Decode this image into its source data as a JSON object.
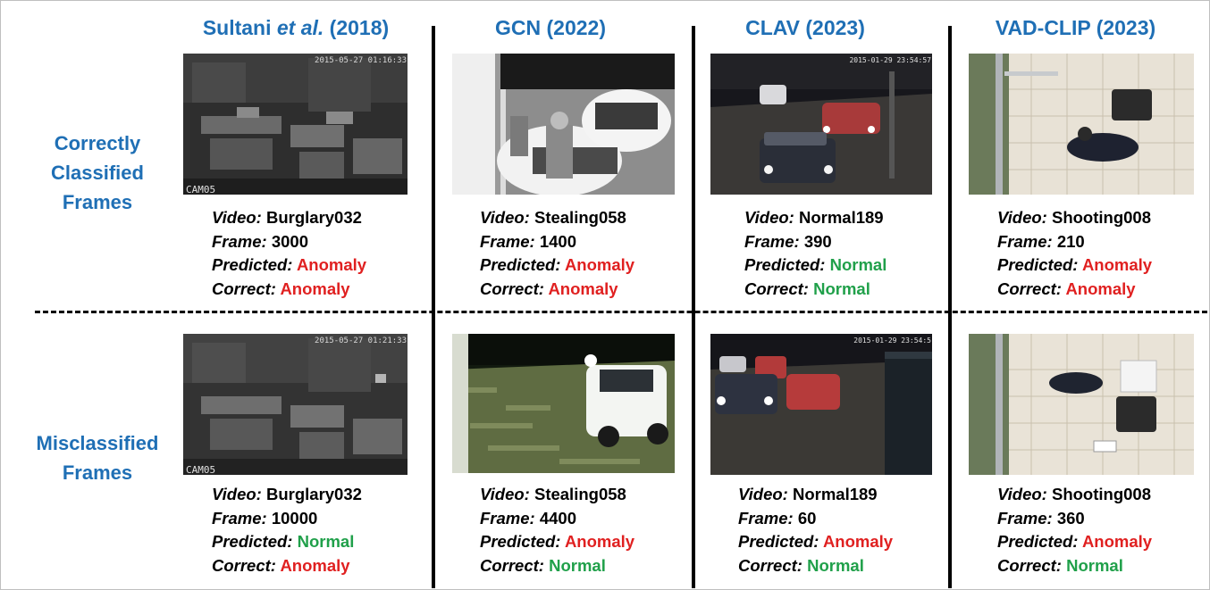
{
  "columns": [
    {
      "title_pre": "Sultani ",
      "title_em": "et al.",
      "title_post": " (2018)"
    },
    {
      "title": "GCN (2022)"
    },
    {
      "title": "CLAV (2023)"
    },
    {
      "title": "VAD-CLIP (2023)"
    }
  ],
  "rows": [
    {
      "label_lines": [
        "Correctly",
        "Classified",
        "Frames"
      ]
    },
    {
      "label_lines": [
        "Misclassified",
        "Frames"
      ]
    }
  ],
  "field_labels": {
    "video": "Video:",
    "frame": "Frame:",
    "predicted": "Predicted:",
    "correct": "Correct:"
  },
  "colors": {
    "title_blue": "#1f6fb5",
    "anomaly_red": "#e02020",
    "normal_green": "#20a04a"
  },
  "cells": [
    [
      {
        "video": "Burglary032",
        "frame": "3000",
        "predicted": "Anomaly",
        "correct": "Anomaly",
        "timestamp": "2015-05-27 01:16:33",
        "cam": "CAM05"
      },
      {
        "video": "Stealing058",
        "frame": "1400",
        "predicted": "Anomaly",
        "correct": "Anomaly"
      },
      {
        "video": "Normal189",
        "frame": "390",
        "predicted": "Normal",
        "correct": "Normal",
        "timestamp": "2015-01-29 23:54:57"
      },
      {
        "video": "Shooting008",
        "frame": "210",
        "predicted": "Anomaly",
        "correct": "Anomaly"
      }
    ],
    [
      {
        "video": "Burglary032",
        "frame": "10000",
        "predicted": "Normal",
        "correct": "Anomaly",
        "timestamp": "2015-05-27 01:21:33",
        "cam": "CAM05"
      },
      {
        "video": "Stealing058",
        "frame": "4400",
        "predicted": "Anomaly",
        "correct": "Normal"
      },
      {
        "video": "Normal189",
        "frame": "60",
        "predicted": "Anomaly",
        "correct": "Normal",
        "timestamp": "2015-01-29 23:54:5"
      },
      {
        "video": "Shooting008",
        "frame": "360",
        "predicted": "Anomaly",
        "correct": "Normal"
      }
    ]
  ]
}
